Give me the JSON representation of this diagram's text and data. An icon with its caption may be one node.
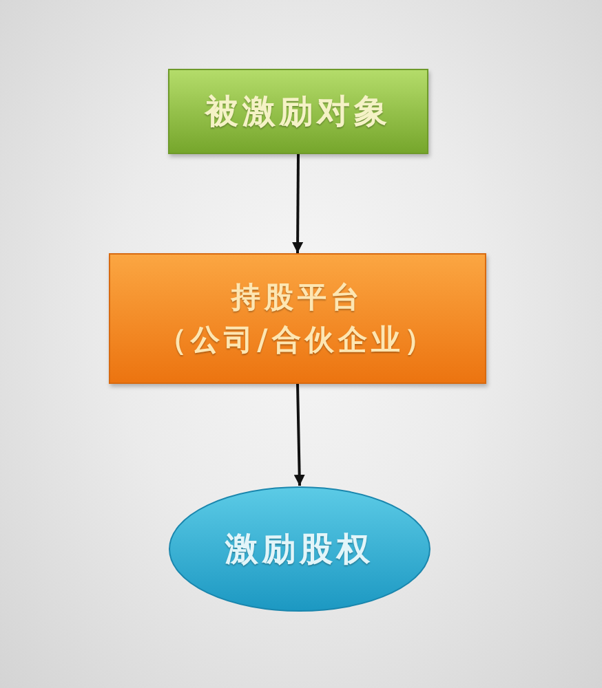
{
  "diagram": {
    "nodes": [
      {
        "text": [
          "被激励对象"
        ]
      },
      {
        "text": [
          "持股平台",
          "（公司/合伙企业）"
        ]
      },
      {
        "text": [
          "激励股权"
        ]
      }
    ],
    "edges": [
      {
        "from": 0,
        "to": 1,
        "arrow": "to"
      },
      {
        "from": 1,
        "to": 2,
        "arrow": "to"
      }
    ]
  }
}
